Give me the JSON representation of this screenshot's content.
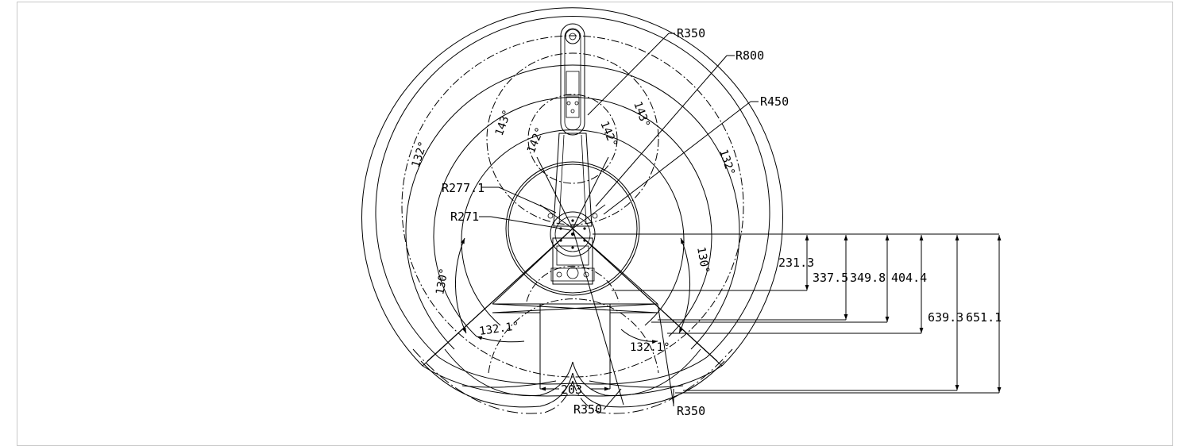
{
  "drawing": {
    "radius_labels": {
      "r350_top": "R350",
      "r800": "R800",
      "r450": "R450",
      "r277": "R277.1",
      "r271": "R271",
      "r350_bottom_left": "R350",
      "r350_bottom_right": "R350"
    },
    "angle_labels": {
      "a132_left": "132°",
      "a132_right": "132°",
      "a143_left": "143°",
      "a143_right": "143°",
      "a142_left": "142°",
      "a142_right": "142°",
      "a130_left": "130°",
      "a130_right": "130°",
      "a1321_left": "132.1°",
      "a1321_right": "132.1°"
    },
    "dimension_labels": {
      "d2313": "231.3",
      "d3375": "337.5",
      "d3498": "349.8",
      "d4044": "404.4",
      "d6393": "639.3",
      "d6511": "651.1",
      "d203": "203"
    }
  }
}
